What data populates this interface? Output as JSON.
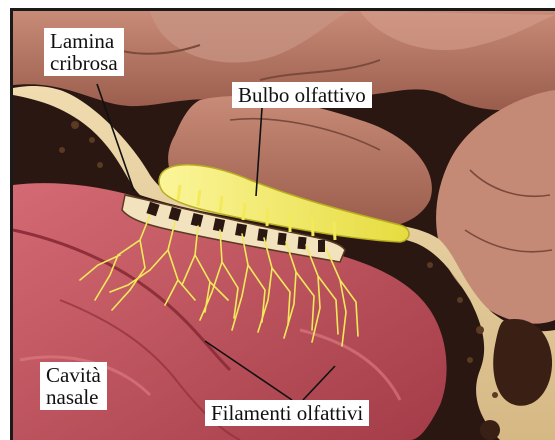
{
  "labels": {
    "lamina": [
      "Lamina",
      "cribrosa"
    ],
    "bulbo": "Bulbo olfattivo",
    "cavita": [
      "Cavità",
      "nasale"
    ],
    "filamenti": "Filamenti olfattivi"
  },
  "colors": {
    "brain": "#b87a66",
    "brain_shadow": "#7a4a3d",
    "bone": "#e9d2a4",
    "bone_dark": "#5a3a22",
    "cavity": "#c4525d",
    "cavity_dark": "#8e2f3a",
    "nerve": "#f2ea5a",
    "background": "#2b1712"
  }
}
